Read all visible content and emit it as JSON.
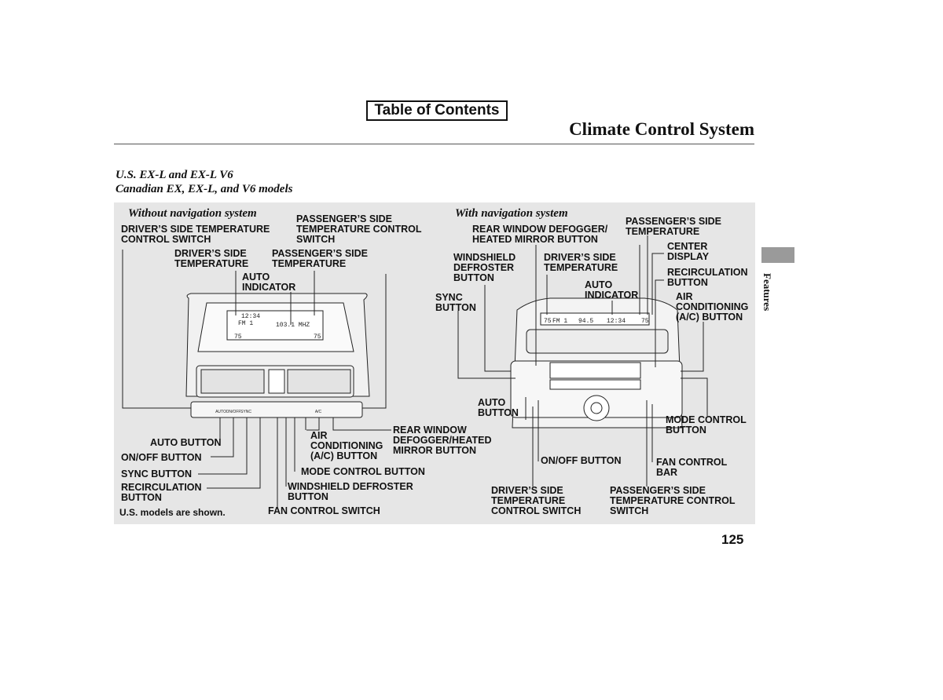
{
  "header": {
    "toc_label": "Table of Contents",
    "title": "Climate Control System"
  },
  "models": {
    "line1": "U.S. EX-L and EX-L V6",
    "line2": "Canadian EX, EX-L, and V6 models"
  },
  "without_nav": {
    "subtitle": "Without navigation system",
    "labels": {
      "driver_temp_switch": "DRIVER’S SIDE TEMPERATURE\nCONTROL SWITCH",
      "passenger_temp_switch": "PASSENGER’S SIDE\nTEMPERATURE CONTROL\nSWITCH",
      "driver_temp": "DRIVER’S SIDE\nTEMPERATURE",
      "passenger_temp": "PASSENGER’S SIDE\nTEMPERATURE",
      "auto_indicator": "AUTO\nINDICATOR",
      "auto_button": "AUTO BUTTON",
      "onoff_button": "ON/OFF BUTTON",
      "sync_button": "SYNC BUTTON",
      "recirc_button": "RECIRCULATION\nBUTTON",
      "ac_button": "AIR\nCONDITIONING\n(A/C) BUTTON",
      "rear_defog": "REAR WINDOW\nDEFOGGER/HEATED\nMIRROR BUTTON",
      "mode_button": "MODE CONTROL BUTTON",
      "windshield_defrost": "WINDSHIELD DEFROSTER\nBUTTON",
      "fan_switch": "FAN CONTROL SWITCH"
    },
    "note": "U.S. models are shown."
  },
  "with_nav": {
    "subtitle": "With navigation system",
    "labels": {
      "rear_defog": "REAR WINDOW DEFOGGER/\nHEATED MIRROR BUTTON",
      "passenger_temp": "PASSENGER’S SIDE\nTEMPERATURE",
      "center_display": "CENTER\nDISPLAY",
      "windshield_defrost": "WINDSHIELD\nDEFROSTER\nBUTTON",
      "driver_temp": "DRIVER’S SIDE\nTEMPERATURE",
      "recirc_button": "RECIRCULATION\nBUTTON",
      "auto_indicator": "AUTO\nINDICATOR",
      "ac_button": "AIR\nCONDITIONING\n(A/C) BUTTON",
      "sync_button": "SYNC\nBUTTON",
      "auto_button": "AUTO\nBUTTON",
      "mode_button": "MODE CONTROL\nBUTTON",
      "onoff_button": "ON/OFF BUTTON",
      "fan_bar": "FAN CONTROL\nBAR",
      "driver_temp_switch": "DRIVER’S SIDE\nTEMPERATURE\nCONTROL SWITCH",
      "passenger_temp_switch": "PASSENGER’S SIDE\nTEMPERATURE CONTROL\nSWITCH"
    }
  },
  "display_left": {
    "time": "12:34",
    "band": "FM 1",
    "freq": "103.1 MHZ",
    "temp_left": "75",
    "temp_right": "75"
  },
  "display_right": {
    "band": "FM 1",
    "freq": "94.5",
    "time": "12:34",
    "temp_left": "75",
    "temp_right": "75"
  },
  "controls_left": [
    "AUTO",
    "ON/OFF",
    "SYNC",
    "",
    "",
    "",
    "A/C",
    ""
  ],
  "side_tab": "Features",
  "page_number": "125"
}
